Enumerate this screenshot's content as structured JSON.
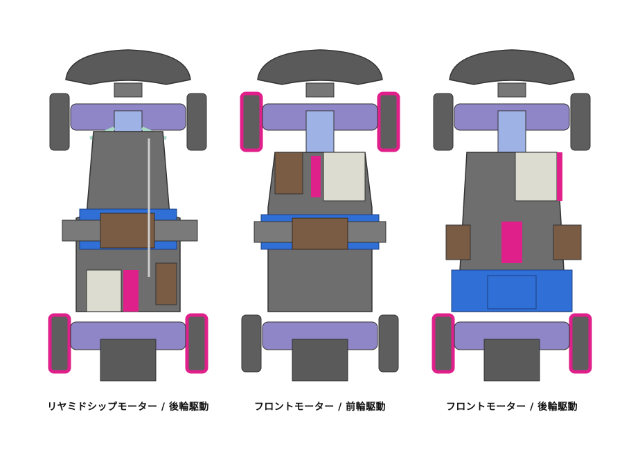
{
  "colors": {
    "highlight": "#e0208a",
    "motor_blue": "#2f6fd6",
    "chassis_gray": "#6e6e6e",
    "dark_gray": "#4a4a4a",
    "bumper": "#5a5a5a",
    "battery_brown": "#7a5c45",
    "suspension_lavender": "#8f86c8",
    "link_mint": "#a8d9c4",
    "servo_cream": "#dcdcd0"
  },
  "layouts": [
    {
      "caption": "リヤミドシップモーター / 後輪駆動",
      "highlight": "rear",
      "layout": "mid"
    },
    {
      "caption": "フロントモーター / 前輪駆動",
      "highlight": "front",
      "layout": "front"
    },
    {
      "caption": "フロントモーター / 後輪駆動",
      "highlight": "rear",
      "layout": "frontrwd"
    }
  ]
}
